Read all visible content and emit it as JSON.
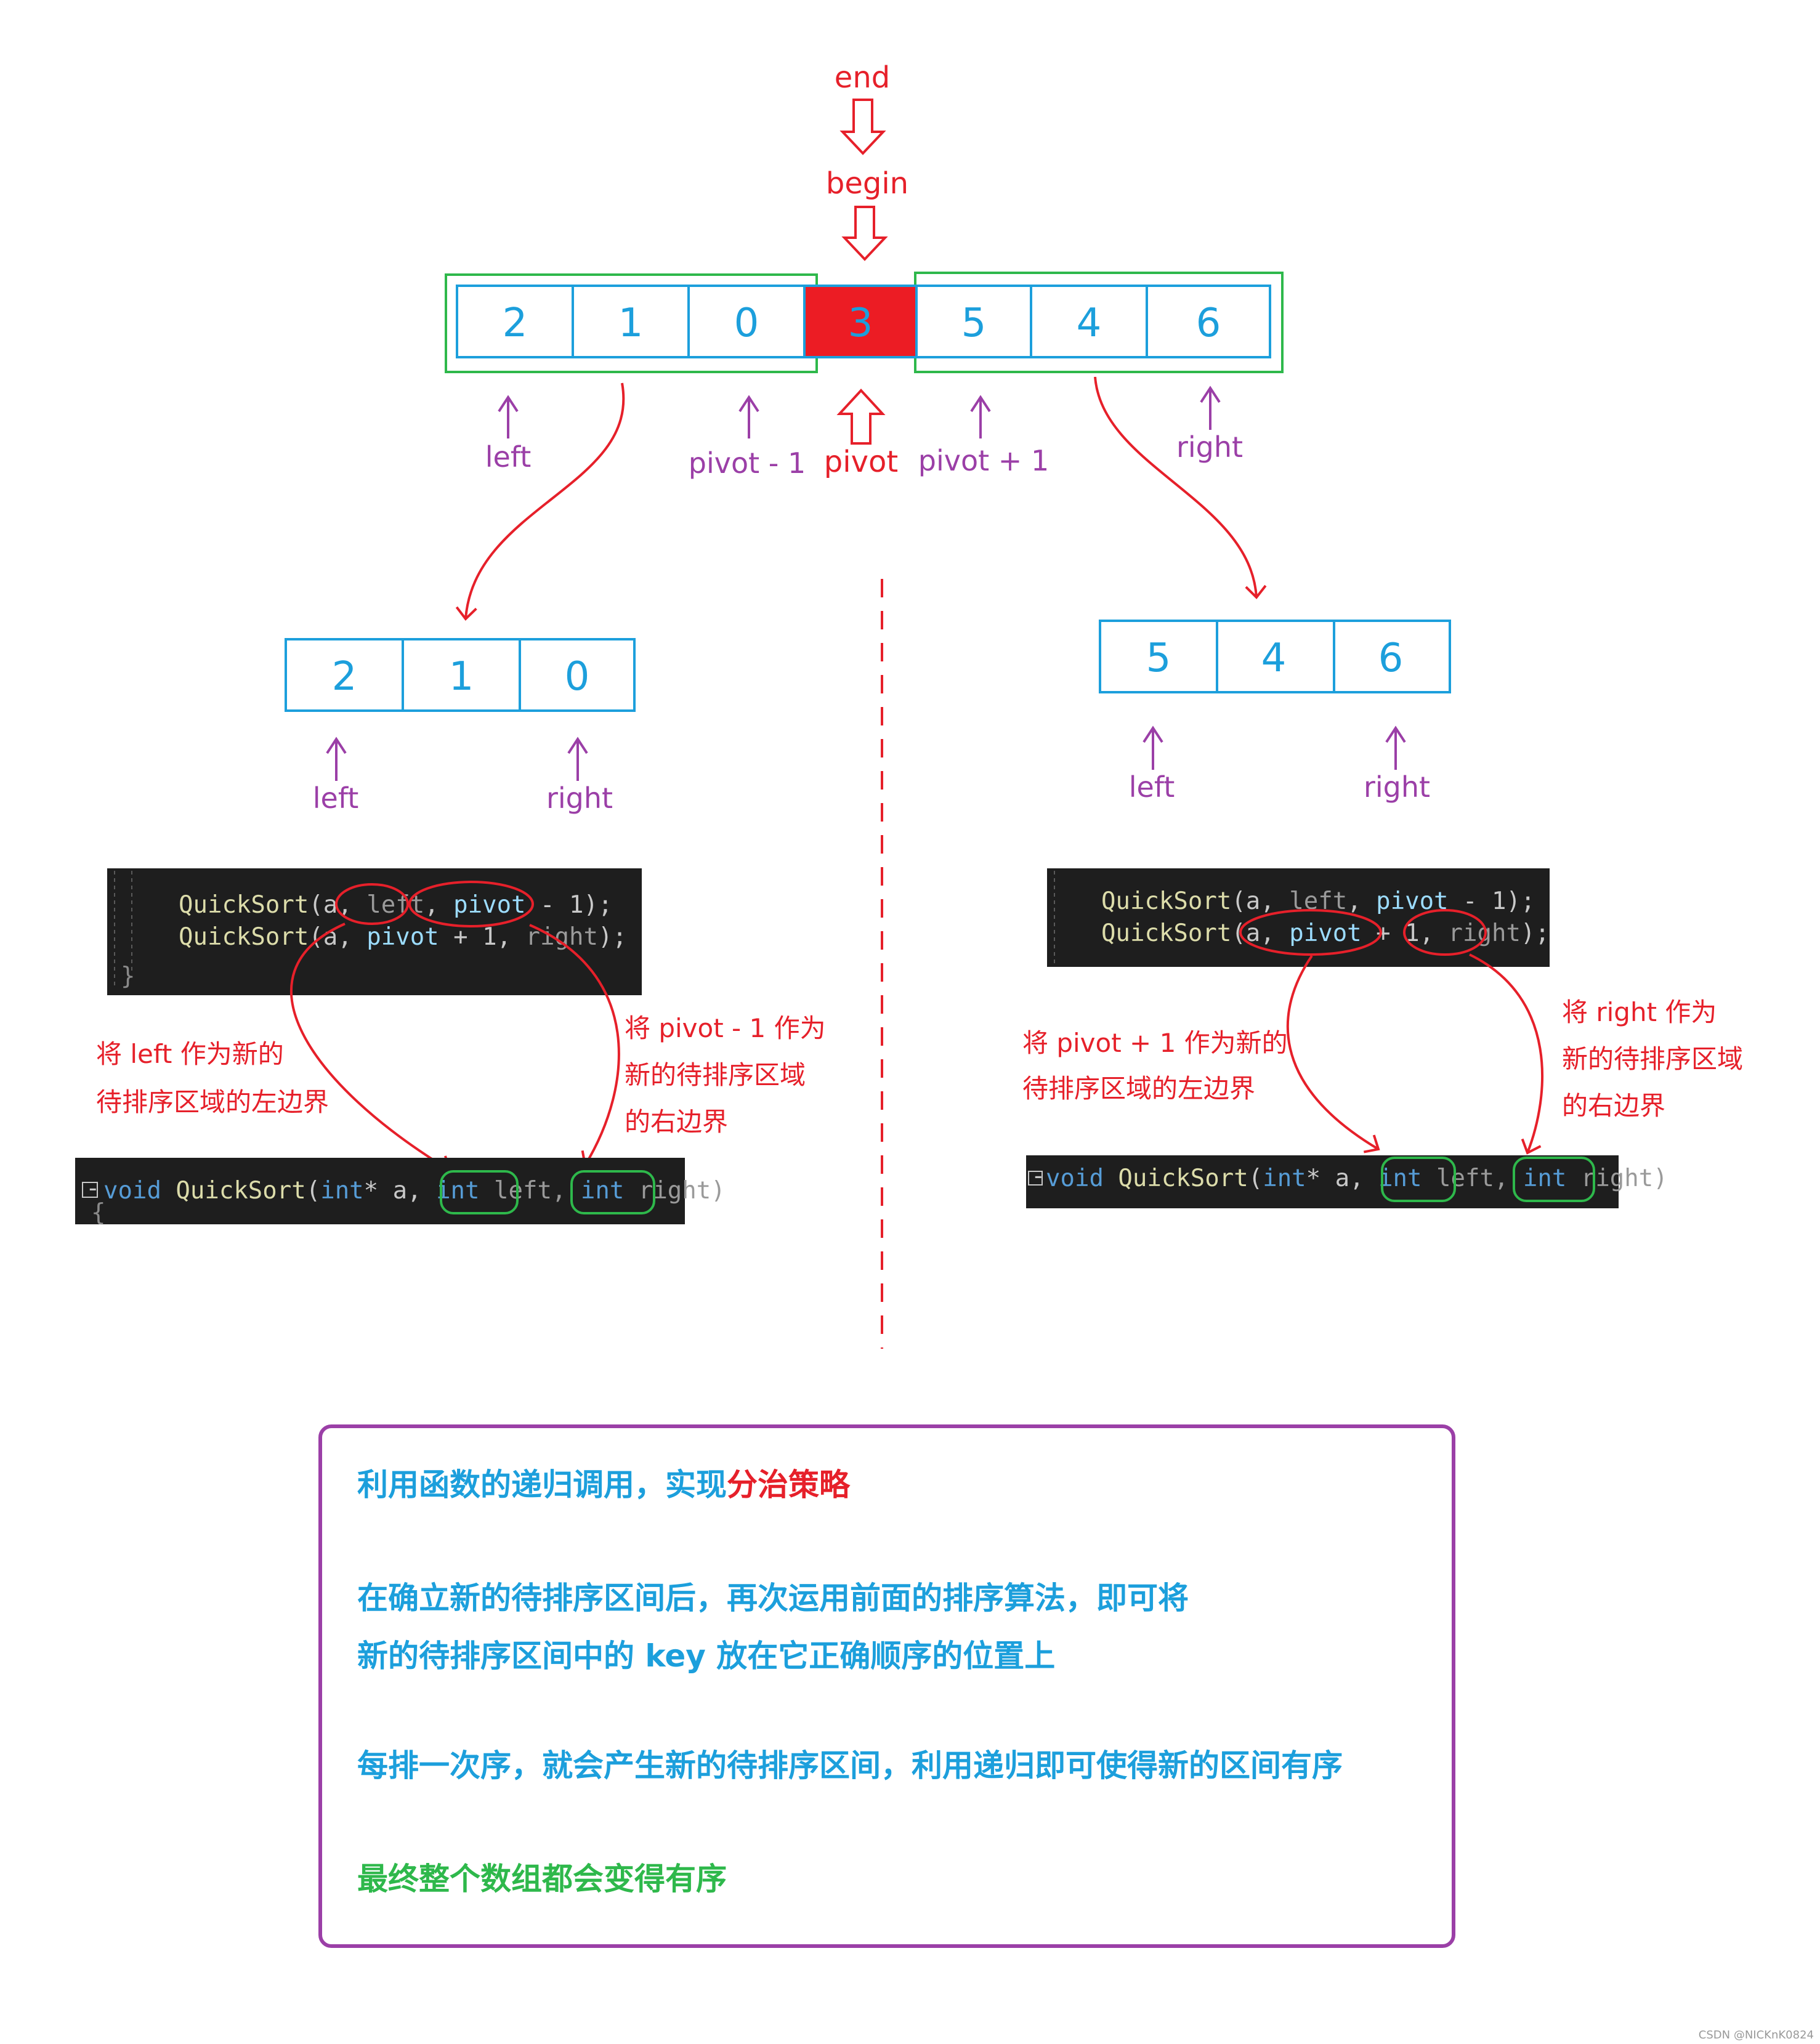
{
  "colors": {
    "cell_border": "#1c9fdc",
    "cell_text": "#1c9fdc",
    "group_border": "#2eb84b",
    "pivot_fill": "#ec1c24",
    "pointer_red": "#e6202a",
    "pointer_purple": "#9b3fa7",
    "code_bg": "#1e1e1e",
    "summary_border": "#9b3fa7",
    "summary_blue": "#1c9fdc",
    "summary_red": "#e6202a",
    "summary_green": "#2eb84b"
  },
  "top": {
    "end_label": "end",
    "begin_label": "begin",
    "cells": [
      "2",
      "1",
      "0",
      "3",
      "5",
      "4",
      "6"
    ],
    "pivot_value": "3",
    "labels": {
      "left": "left",
      "pivot_minus_1": "pivot - 1",
      "pivot": "pivot",
      "pivot_plus_1": "pivot + 1",
      "right": "right"
    }
  },
  "left_sub": {
    "cells": [
      "2",
      "1",
      "0"
    ],
    "left_label": "left",
    "right_label": "right"
  },
  "right_sub": {
    "cells": [
      "5",
      "4",
      "6"
    ],
    "left_label": "left",
    "right_label": "right"
  },
  "code_left": {
    "line1": {
      "fn": "QuickSort",
      "p1": "(a, ",
      "arg1": "left",
      "sep": ", ",
      "arg2": "pivot",
      "rest": " - 1);"
    },
    "line2": {
      "fn": "QuickSort",
      "p1": "(a, ",
      "arg1": "pivot",
      "mid": " + 1, ",
      "arg2": "right",
      "rest": ");"
    },
    "brace": "}"
  },
  "code_right": {
    "line1": {
      "fn": "QuickSort",
      "p1": "(a, ",
      "arg1": "left",
      "sep": ", ",
      "arg2": "pivot",
      "rest": " - 1);"
    },
    "line2": {
      "fn": "QuickSort",
      "p1": "(a, ",
      "arg1": "pivot",
      "mid": " + 1, ",
      "arg2": "right",
      "rest": ");"
    }
  },
  "signature": {
    "kw_void": "void",
    "fn": "QuickSort",
    "open": "(",
    "kw_int1": "int",
    "star_a": "* a, ",
    "kw_int2": "int",
    "arg_left": "left,",
    "kw_int3": "int",
    "arg_right": "right)",
    "collapse": "-",
    "brace": "{"
  },
  "notes_left": {
    "a_line1": "将 left 作为新的",
    "a_line2": "待排序区域的左边界",
    "b_line1": "将 pivot - 1 作为",
    "b_line2": "新的待排序区域",
    "b_line3": "的右边界"
  },
  "notes_right": {
    "a_line1": "将 pivot + 1 作为新的",
    "a_line2": "待排序区域的左边界",
    "b_line1": "将 right 作为",
    "b_line2": "新的待排序区域",
    "b_line3": "的右边界"
  },
  "summary": {
    "line1_blue": "利用函数的递归调用，实现",
    "line1_red": "分治策略",
    "line2": "在确立新的待排序区间后，再次运用前面的排序算法，即可将",
    "line3": "新的待排序区间中的 key 放在它正确顺序的位置上",
    "line4": "每排一次序，就会产生新的待排序区间，利用递归即可使得新的区间有序",
    "line5": "最终整个数组都会变得有序"
  },
  "watermark": "CSDN @NICKnK0824"
}
